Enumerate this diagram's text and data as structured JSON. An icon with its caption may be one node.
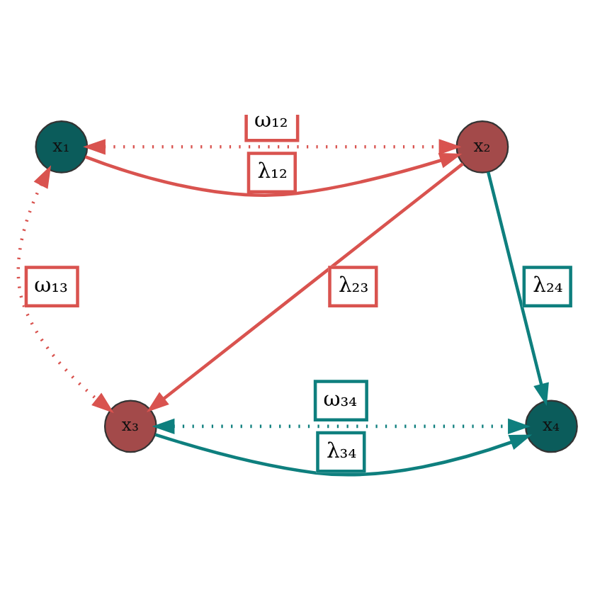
{
  "diagram": {
    "nodes": [
      {
        "text": [
          "x₁"
        ]
      },
      {
        "text": [
          "x₂"
        ]
      },
      {
        "text": [
          "x₃"
        ]
      },
      {
        "text": [
          "x₄"
        ]
      }
    ],
    "edges": [
      {
        "from": 0,
        "to": 1,
        "arrow": "both",
        "label": "ω₁₂",
        "style": "dashed"
      },
      {
        "from": 0,
        "to": 1,
        "arrow": "to",
        "label": "λ₁₂"
      },
      {
        "from": 1,
        "to": 2,
        "arrow": "to",
        "label": "λ₂₃"
      },
      {
        "from": 1,
        "to": 3,
        "arrow": "to",
        "label": "λ₂₄",
        "color": "#0e7f7e"
      },
      {
        "from": 0,
        "to": 2,
        "arrow": "both",
        "label": "ω₁₃",
        "style": "dashed"
      },
      {
        "from": 2,
        "to": 3,
        "arrow": "to",
        "label": "λ₃₄",
        "color": "#0e7f7e"
      },
      {
        "from": 2,
        "to": 3,
        "arrow": "both",
        "label": "ω₃₄",
        "style": "dashed",
        "color": "#0e7f7e"
      }
    ]
  }
}
